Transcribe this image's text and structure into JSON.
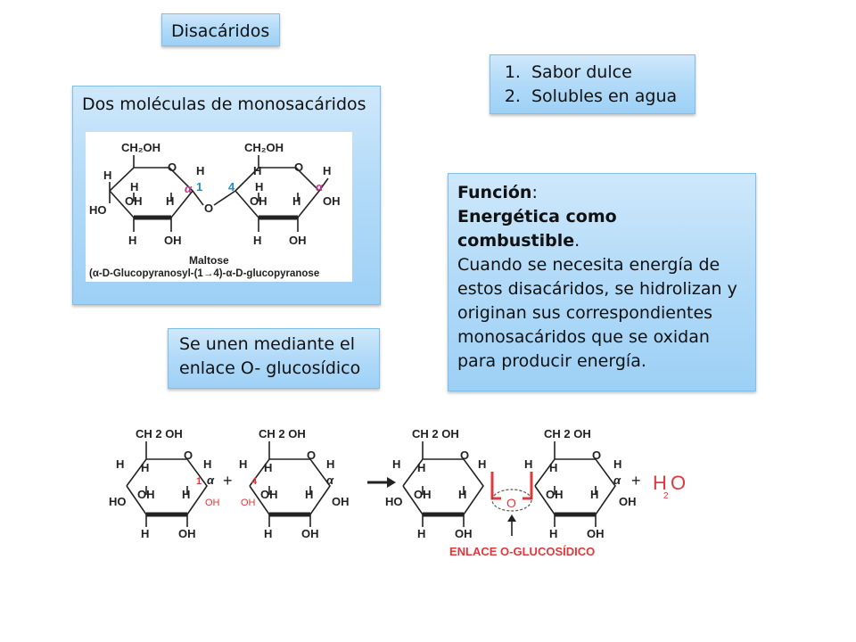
{
  "title": "Disacáridos",
  "properties": [
    "Sabor dulce",
    "Solubles en agua"
  ],
  "monosaccharides_label": "Dos moléculas de monosacáridos",
  "linkage_text": [
    "Se unen mediante el",
    "enlace O- glucosídico"
  ],
  "function": {
    "heading": "Función",
    "heading_suffix": ":",
    "subtitle": "Energética como combustible",
    "subtitle_suffix": ".",
    "body": "Cuando se necesita energía de estos disacáridos, se hidrolizan y originan sus correspondientes monosacáridos que se oxidan para producir energía."
  },
  "maltose": {
    "name": "Maltose",
    "systematic": "(α-D-Glucopyranosyl-(1→4)-α-D-glucopyranose",
    "ch2oh": "CH₂OH",
    "o": "O",
    "h": "H",
    "oh": "OH",
    "ho": "HO",
    "alpha": "α",
    "c1": "1",
    "c4": "4"
  },
  "reaction": {
    "ch2oh": "CH 2 OH",
    "o": "O",
    "h": "H",
    "oh": "OH",
    "ho": "HO",
    "alpha": "α",
    "plus": "+",
    "c1": "1",
    "c4": "4",
    "water_h": "H",
    "water_sub": "2",
    "water_o": "O",
    "bond_label": "ENLACE O-GLUCOSÍDICO",
    "bridge_o": "O"
  },
  "colors": {
    "box_top": "#cfe8fb",
    "box_bottom": "#9dd0f6",
    "red": "#e0383b",
    "blue": "#1a8fd6",
    "magenta": "#c0328c"
  }
}
